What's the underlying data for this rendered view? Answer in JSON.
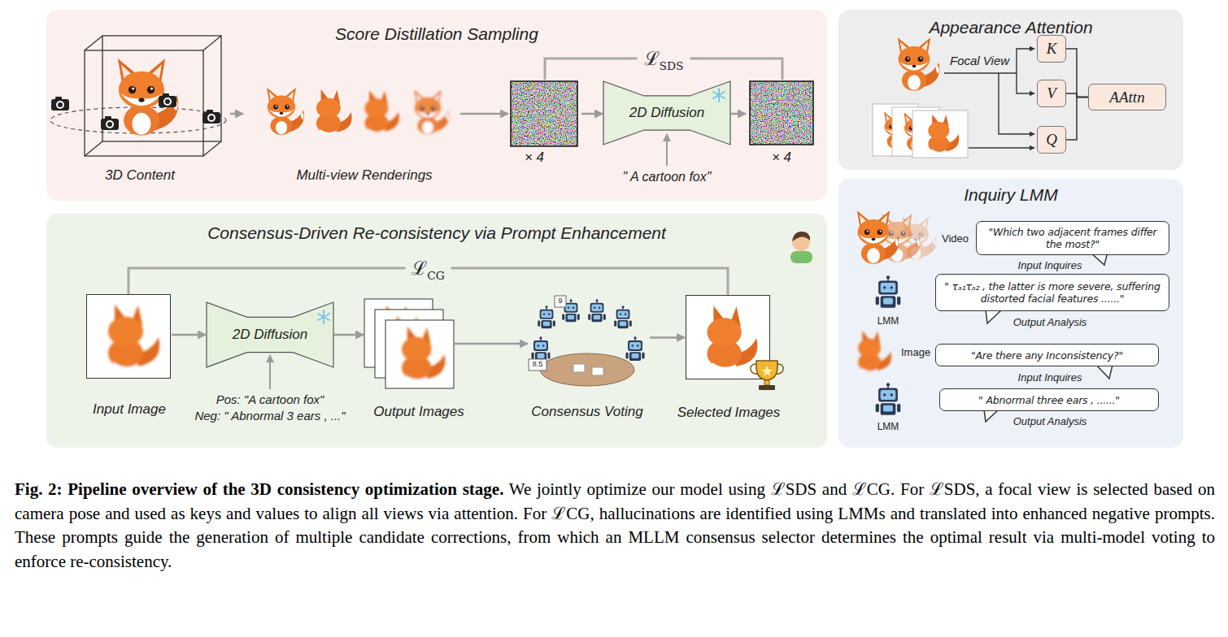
{
  "diagram": {
    "caption": "Fig. 2: Pipeline overview of the 3D consistency optimization stage. We jointly optimize our model using ℒSDS and ℒCG. For ℒSDS, a focal view is selected based on camera pose and used as keys and values to align all views via attention. For ℒCG, hallucinations are identified using LMMs and translated into enhanced negative prompts. These prompts guide the generation of multiple candidate corrections, from which an MLLM consensus selector determines the optimal result via multi-model voting to enforce re-consistency.",
    "nodes": [
      {
        "text": [
          "Score Distillation Sampling"
        ]
      },
      {
        "text": [
          "3D Content"
        ],
        "in": 0
      },
      {
        "text": [
          "Multi-view Renderings"
        ],
        "in": 0
      },
      {
        "text": [
          "× 4"
        ],
        "in": 0
      },
      {
        "text": [
          "2D Diffusion"
        ],
        "in": 0
      },
      {
        "text": [
          "× 4"
        ],
        "in": 0
      },
      {
        "text": [
          "Appearance Attention"
        ]
      },
      {
        "text": [
          "K"
        ],
        "in": 6
      },
      {
        "text": [
          "V"
        ],
        "in": 6
      },
      {
        "text": [
          "Q"
        ],
        "in": 6
      },
      {
        "text": [
          "AAttn"
        ],
        "in": 6
      },
      {
        "text": [
          "Consensus-Driven Re-consistency via Prompt Enhancement"
        ]
      },
      {
        "text": [
          "Input Image"
        ],
        "in": 11
      },
      {
        "text": [
          "2D Diffusion"
        ],
        "in": 11
      },
      {
        "text": [
          "Output Images"
        ],
        "in": 11
      },
      {
        "text": [
          "Consensus Voting"
        ],
        "in": 11
      },
      {
        "text": [
          "Selected Images"
        ],
        "in": 11
      },
      {
        "text": [
          "Inquiry LMM"
        ]
      },
      {
        "text": [
          "\"Which two adjacent frames differ the most?\"",
          "Input Inquires"
        ],
        "in": 17
      },
      {
        "text": [
          "\" τₐ₁τₐ₂ , the latter is more severe, suffering distorted facial features ......\"",
          "Output Analysis"
        ],
        "in": 17
      },
      {
        "text": [
          "\"Are there any Inconsistency?\"",
          "Input Inquires"
        ],
        "in": 17
      },
      {
        "text": [
          "\" Abnormal three ears ,  ......\"",
          "Output Analysis"
        ],
        "in": 17
      }
    ],
    "edges": [
      {
        "from": 1,
        "to": 2,
        "arrow": "to"
      },
      {
        "from": 2,
        "to": 3,
        "arrow": "to"
      },
      {
        "from": 3,
        "to": 4,
        "arrow": "to"
      },
      {
        "from": 4,
        "to": 5,
        "arrow": "to"
      },
      {
        "from": 3,
        "to": 5,
        "label": "ℒSDS",
        "arrow": "none"
      },
      {
        "from": 7,
        "to": 10,
        "arrow": "none"
      },
      {
        "from": 8,
        "to": 10,
        "arrow": "none"
      },
      {
        "from": 9,
        "to": 10,
        "arrow": "none"
      },
      {
        "from": 12,
        "to": 13,
        "arrow": "to"
      },
      {
        "from": 13,
        "to": 14,
        "arrow": "to"
      },
      {
        "from": 14,
        "to": 15,
        "arrow": "to"
      },
      {
        "from": 15,
        "to": 16,
        "arrow": "to"
      },
      {
        "from": 12,
        "to": 16,
        "label": "ℒCG",
        "arrow": "none"
      }
    ],
    "labels": [
      "\" A cartoon fox\"",
      "Focal View",
      "Video",
      "LMM",
      "Image",
      "LMM",
      "Pos: \"A cartoon fox\"",
      "Neg: \" Abnormal 3 ears , ...\"",
      "9",
      "8.5"
    ]
  }
}
